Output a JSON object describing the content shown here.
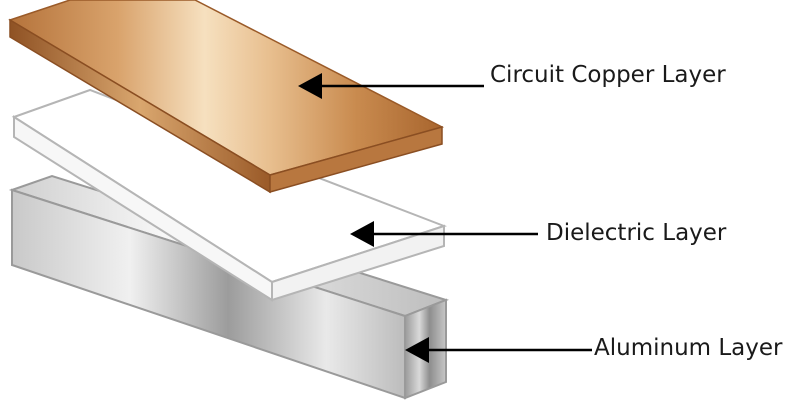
{
  "labels": {
    "copper": "Circuit Copper Layer",
    "dielectric": "Dielectric Layer",
    "aluminum": "Aluminum Layer"
  },
  "colors": {
    "copper_light": "#f3dcb8",
    "copper_mid": "#d6a06a",
    "copper_dark": "#a8652e",
    "aluminum_light": "#f4f4f4",
    "aluminum_mid": "#bdbdbd",
    "aluminum_dark": "#8c8c8c",
    "dielectric": "#ffffff",
    "outline": "#9a9a9a",
    "arrow": "#000000"
  }
}
